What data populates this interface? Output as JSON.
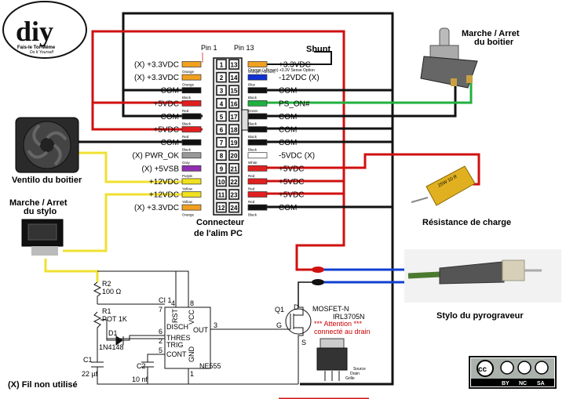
{
  "logo": {
    "text": "diy",
    "line1": "Fais-le Toi-Même",
    "line2": "Do It Yourself"
  },
  "connector": {
    "pin1_label": "Pin 1",
    "pin13_label": "Pin 13",
    "caption_line1": "Connecteur",
    "caption_line2": "de l'alim PC",
    "left_pins": [
      {
        "num": "1",
        "label": "(X) +3.3VDC",
        "color_name": "Orange",
        "color": "#f0a020"
      },
      {
        "num": "2",
        "label": "(X) +3.3VDC",
        "color_name": "Orange",
        "color": "#f0a020"
      },
      {
        "num": "3",
        "label": "COM",
        "color_name": "Black",
        "color": "#111111"
      },
      {
        "num": "4",
        "label": "+5VDC",
        "color_name": "Red",
        "color": "#e02020"
      },
      {
        "num": "5",
        "label": "COM",
        "color_name": "Black",
        "color": "#111111"
      },
      {
        "num": "6",
        "label": "+5VDC",
        "color_name": "Red",
        "color": "#e02020"
      },
      {
        "num": "7",
        "label": "COM",
        "color_name": "Black",
        "color": "#111111"
      },
      {
        "num": "8",
        "label": "(X) PWR_OK",
        "color_name": "Gray",
        "color": "#999999"
      },
      {
        "num": "9",
        "label": "(X) +5VSB",
        "color_name": "Purple",
        "color": "#9030b0"
      },
      {
        "num": "10",
        "label": "+12VDC",
        "color_name": "Yellow",
        "color": "#f0e020"
      },
      {
        "num": "11",
        "label": "+12VDC",
        "color_name": "Yellow",
        "color": "#f0e020"
      },
      {
        "num": "12",
        "label": "(X) +3.3VDC",
        "color_name": "Orange",
        "color": "#f0a020"
      }
    ],
    "right_pins": [
      {
        "num": "13",
        "label": "+3.3VDC",
        "color_name": "Orange (+Brown)",
        "color": "#f0a020"
      },
      {
        "num": "14",
        "label": "-12VDC (X)",
        "color_name": "Blue",
        "color": "#1030d0"
      },
      {
        "num": "15",
        "label": "COM",
        "color_name": "Black",
        "color": "#111111"
      },
      {
        "num": "16",
        "label": "PS_ON#",
        "color_name": "Green",
        "color": "#20b040"
      },
      {
        "num": "17",
        "label": "COM",
        "color_name": "Black",
        "color": "#111111"
      },
      {
        "num": "18",
        "label": "COM",
        "color_name": "Black",
        "color": "#111111"
      },
      {
        "num": "19",
        "label": "COM",
        "color_name": "Black",
        "color": "#111111"
      },
      {
        "num": "20",
        "label": "-5VDC (X)",
        "color_name": "White",
        "color": "#ffffff"
      },
      {
        "num": "21",
        "label": "+5VDC",
        "color_name": "Red",
        "color": "#e02020"
      },
      {
        "num": "22",
        "label": "+5VDC",
        "color_name": "Red",
        "color": "#e02020"
      },
      {
        "num": "23",
        "label": "+5VDC",
        "color_name": "Red",
        "color": "#e02020"
      },
      {
        "num": "24",
        "label": "COM",
        "color_name": "Black",
        "color": "#111111"
      }
    ],
    "sense_note": "Orange (+Brown) +3.3V Sense Option"
  },
  "labels": {
    "shunt": "Shunt",
    "switch_box_line1": "Marche / Arret",
    "switch_box_line2": "du boitier",
    "fan": "Ventilo du boitier",
    "switch_pen_line1": "Marche / Arret",
    "switch_pen_line2": "du stylo",
    "load_resistor": "Résistance de charge",
    "resistor_marking": "25W 10 R",
    "pen": "Stylo du pyrograveur",
    "unused": "(X) Fil non utilisé"
  },
  "circuit": {
    "r2": "R2",
    "r2_value": "100 Ω",
    "r1": "R1",
    "r1_value": "POT 1K",
    "d1": "D1",
    "d1_value": "1N4148",
    "c1": "C1",
    "c1_value": "22 µf",
    "c2": "C2",
    "c2_value": "10 nf",
    "ci1": "CI 1",
    "ic_name": "NE555",
    "pin_rst": "RST",
    "pin_vcc": "VCC",
    "pin_disch": "DISCH",
    "pin_out": "OUT",
    "pin_thres": "THRES",
    "pin_trig": "TRIG",
    "pin_cont": "CONT",
    "pin_gnd": "GND",
    "pin_numbers": [
      "4",
      "8",
      "7",
      "3",
      "6",
      "2",
      "5",
      "1"
    ],
    "q1": "Q1",
    "mosfet_type": "MOSFET-N",
    "mosfet_model": "IRL3705N",
    "warning_line1": "*** Attention ***",
    "warning_line2": "connecté au drain",
    "pin_d": "D",
    "pin_g": "G",
    "pin_s": "S",
    "pkg_source": "Source",
    "pkg_drain": "Drain",
    "pkg_grille": "Grille"
  },
  "license": {
    "cc": "cc",
    "by": "BY",
    "nc": "NC",
    "sa": "SA"
  }
}
